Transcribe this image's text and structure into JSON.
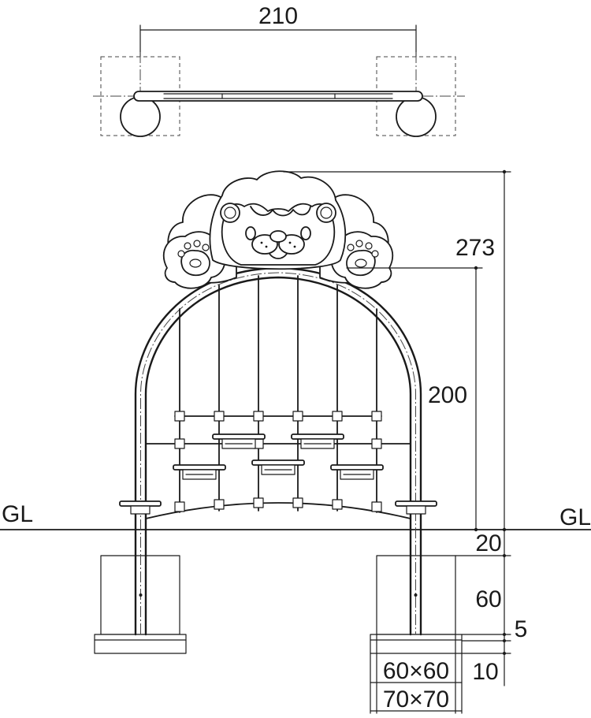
{
  "drawing": {
    "dimensions": {
      "top_width": "210",
      "total_height": "273",
      "arch_height": "200",
      "above_ground": "20",
      "foundation_depth": "60",
      "base_thickness": "5",
      "base_slab": "10",
      "post_section": "60×60",
      "footing_section": "70×70"
    },
    "ground_label_left": "GL",
    "ground_label_right": "GL"
  }
}
